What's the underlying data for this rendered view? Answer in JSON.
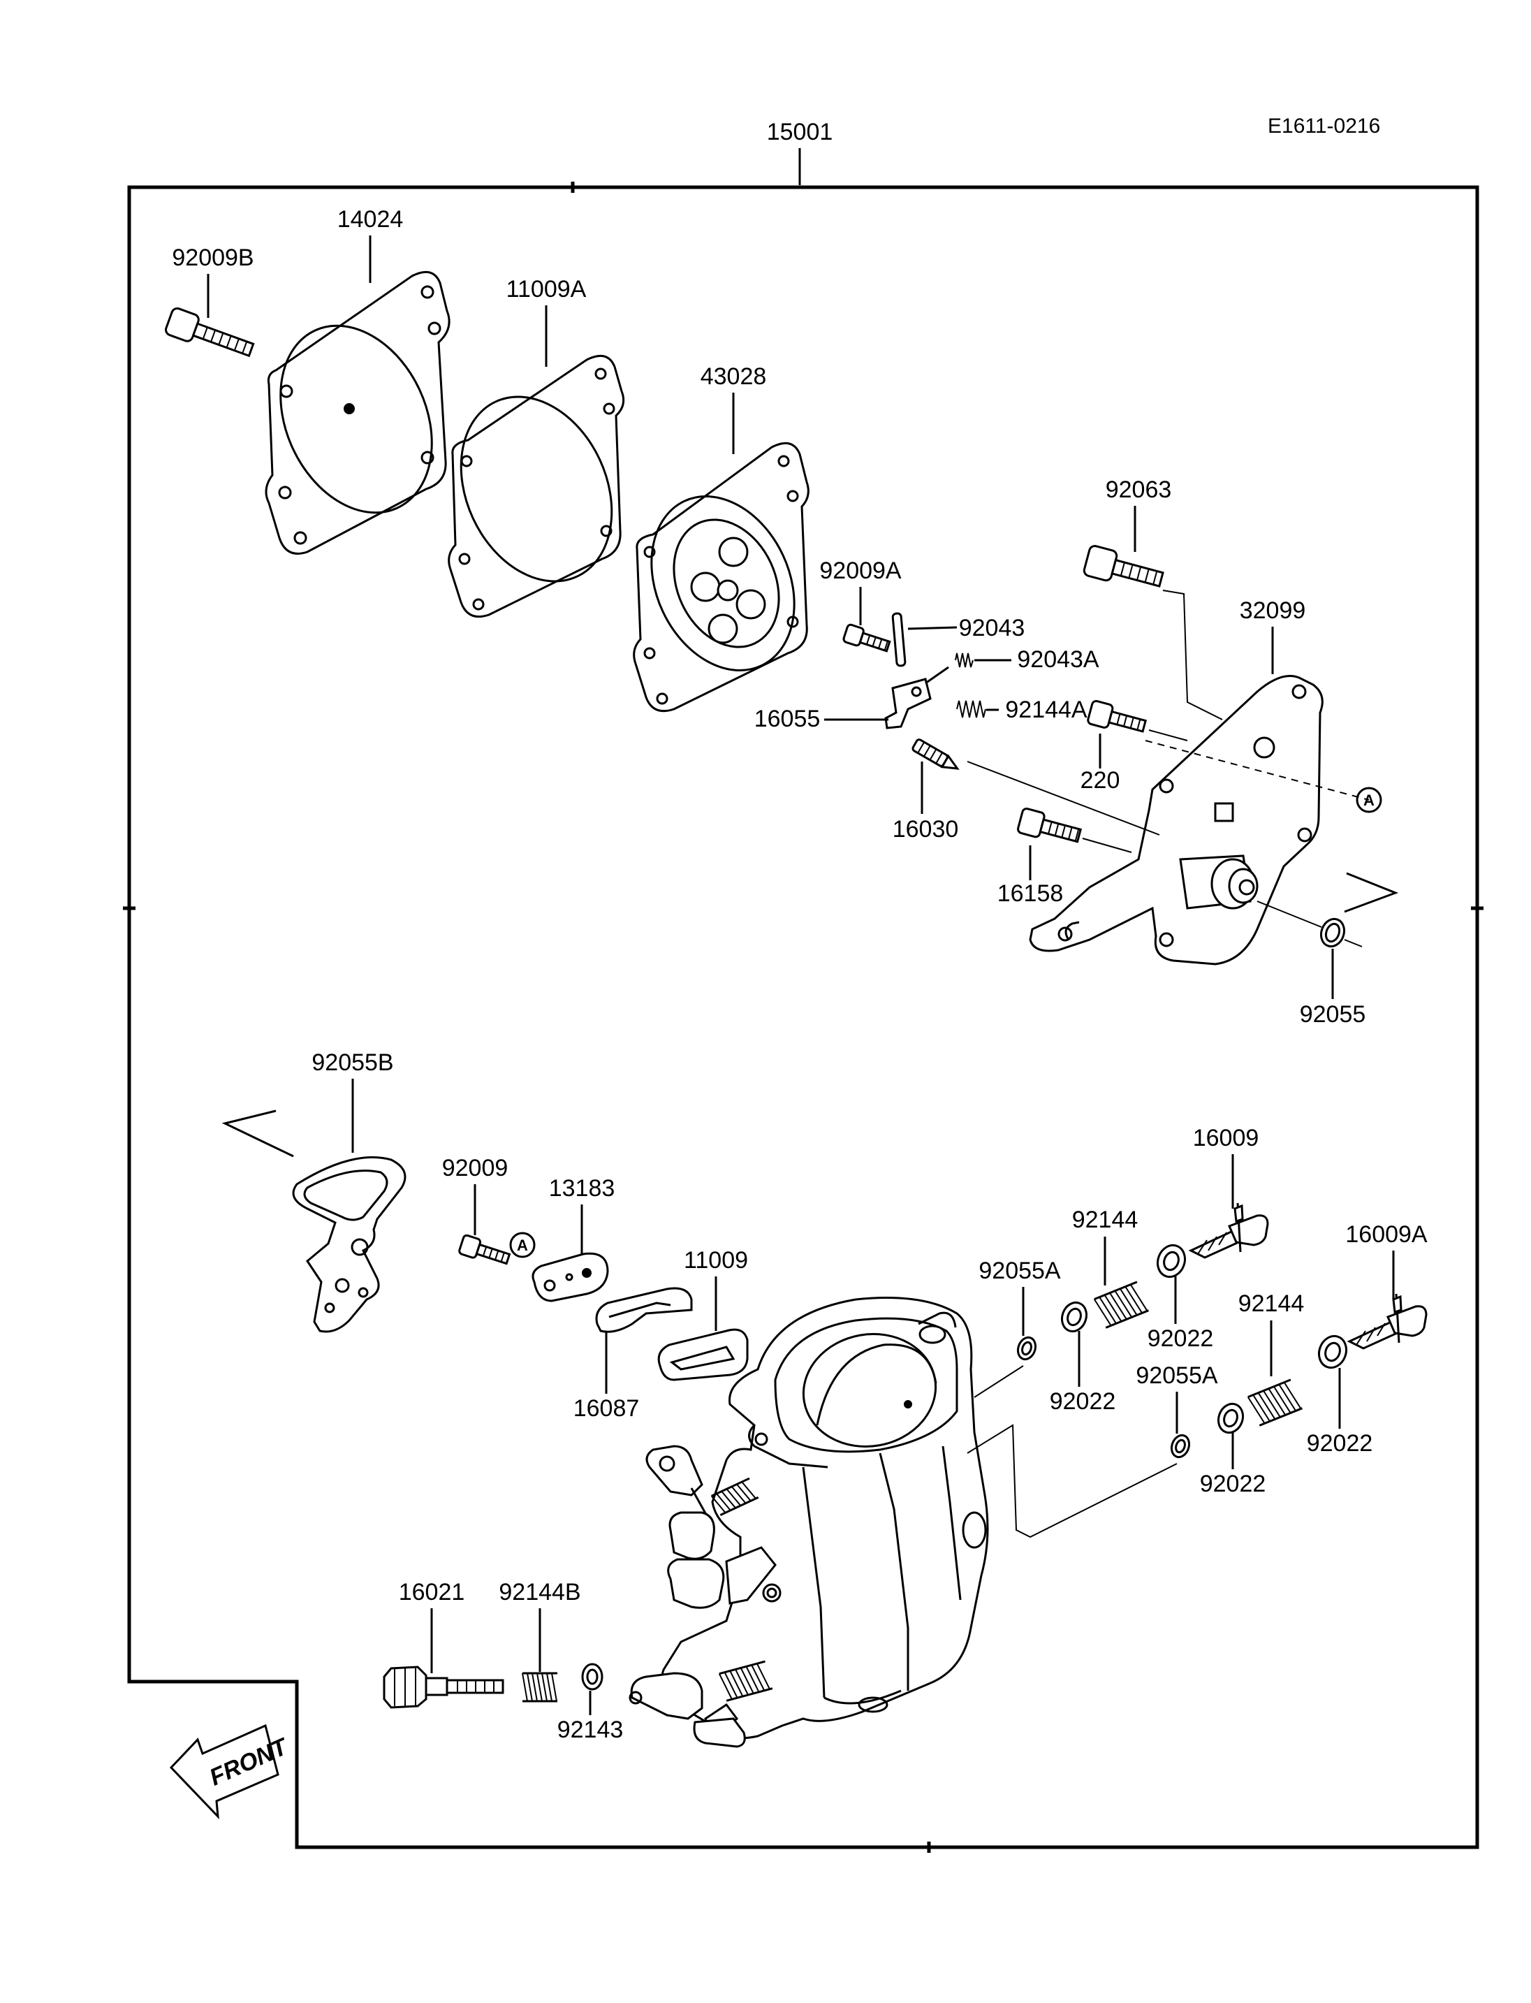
{
  "reference_code": "E1611-0216",
  "assembly_label": "15001",
  "front_label": "FRONT",
  "callout_letter": "A",
  "labels": {
    "p92009B": "92009B",
    "p14024": "14024",
    "p11009A": "11009A",
    "p43028": "43028",
    "p92063": "92063",
    "p32099": "32099",
    "p92009A": "92009A",
    "p92043": "92043",
    "p92043A": "92043A",
    "p16055": "16055",
    "p92144A": "92144A",
    "p220": "220",
    "p16030": "16030",
    "p16158": "16158",
    "p92055": "92055",
    "p92055B": "92055B",
    "p92009": "92009",
    "p13183": "13183",
    "p11009": "11009",
    "p16087": "16087",
    "p16009": "16009",
    "p92144_1": "92144",
    "p92055A_1": "92055A",
    "p92022_1": "92022",
    "p92022_2": "92022",
    "p16009A": "16009A",
    "p92144_2": "92144",
    "p92055A_2": "92055A",
    "p92022_3": "92022",
    "p92022_4": "92022",
    "p16021": "16021",
    "p92144B": "92144B",
    "p92143": "92143"
  }
}
